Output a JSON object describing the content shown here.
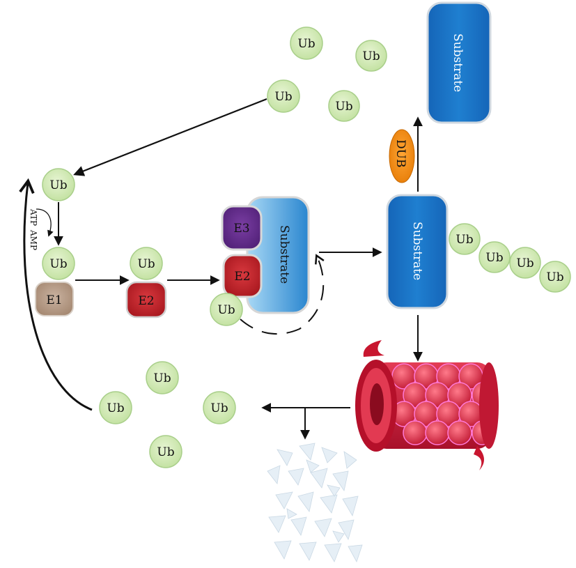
{
  "labels": {
    "ub": "Ub",
    "e1": "E1",
    "e2": "E2",
    "e3": "E3",
    "substrate": "Substrate",
    "dub": "DUB",
    "atp": "ATP",
    "amp": "AMP"
  },
  "colors": {
    "ub_fill": "#cfe8b2",
    "ub_stroke": "#a9cf8a",
    "e1_fill": "#b59a86",
    "e2_fill": "#c8282f",
    "e3_fill": "#6a2f91",
    "substrate_fill": "#1a6fc4",
    "substrate_light": "#7cc0ec",
    "dub_fill": "#f28a12",
    "proteasome": "#d9223a",
    "proteasome_pink": "#ff6fd0",
    "arrow": "#111111"
  }
}
